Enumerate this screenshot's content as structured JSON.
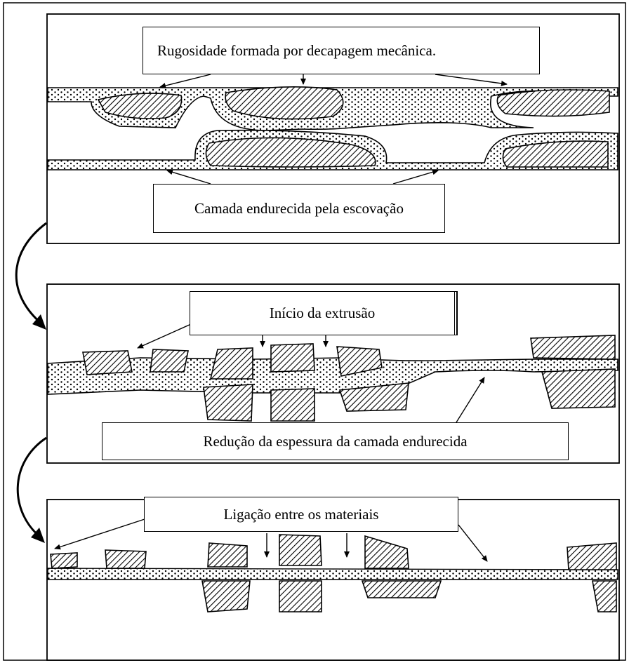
{
  "labels": {
    "roughness": "Rugosidade formada por decapagem mecânica.",
    "hardened_layer": "Camada endurecida pela escovação",
    "extrusion_start": "Início da extrusão",
    "thickness_reduction": "Redução da espessura da camada endurecida",
    "material_bonding": "Ligação entre os materiais"
  },
  "colors": {
    "line": "#000000",
    "background": "#ffffff",
    "hatch": "#000000"
  }
}
